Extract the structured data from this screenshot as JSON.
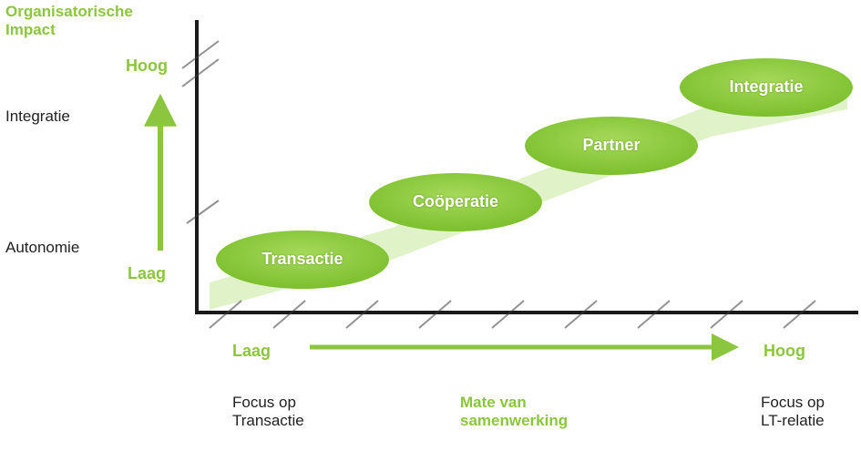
{
  "title": "Organisatorische\nImpact",
  "y_axis": {
    "high_label": "Hoog",
    "low_label": "Laag",
    "high_level": "Integratie",
    "low_level": "Autonomie"
  },
  "x_axis": {
    "low_label": "Laag",
    "high_label": "Hoog",
    "caption": "Mate van\nsamenwerking",
    "left_focus": "Focus op\nTransactie",
    "right_focus": "Focus op\nLT-relatie"
  },
  "stages": [
    {
      "label": "Transactie"
    },
    {
      "label": "Coöperatie"
    },
    {
      "label": "Partner"
    },
    {
      "label": "Integratie"
    }
  ],
  "colors": {
    "accent": "#8cc63f",
    "axis": "#1a1a1a",
    "text": "#222222"
  }
}
